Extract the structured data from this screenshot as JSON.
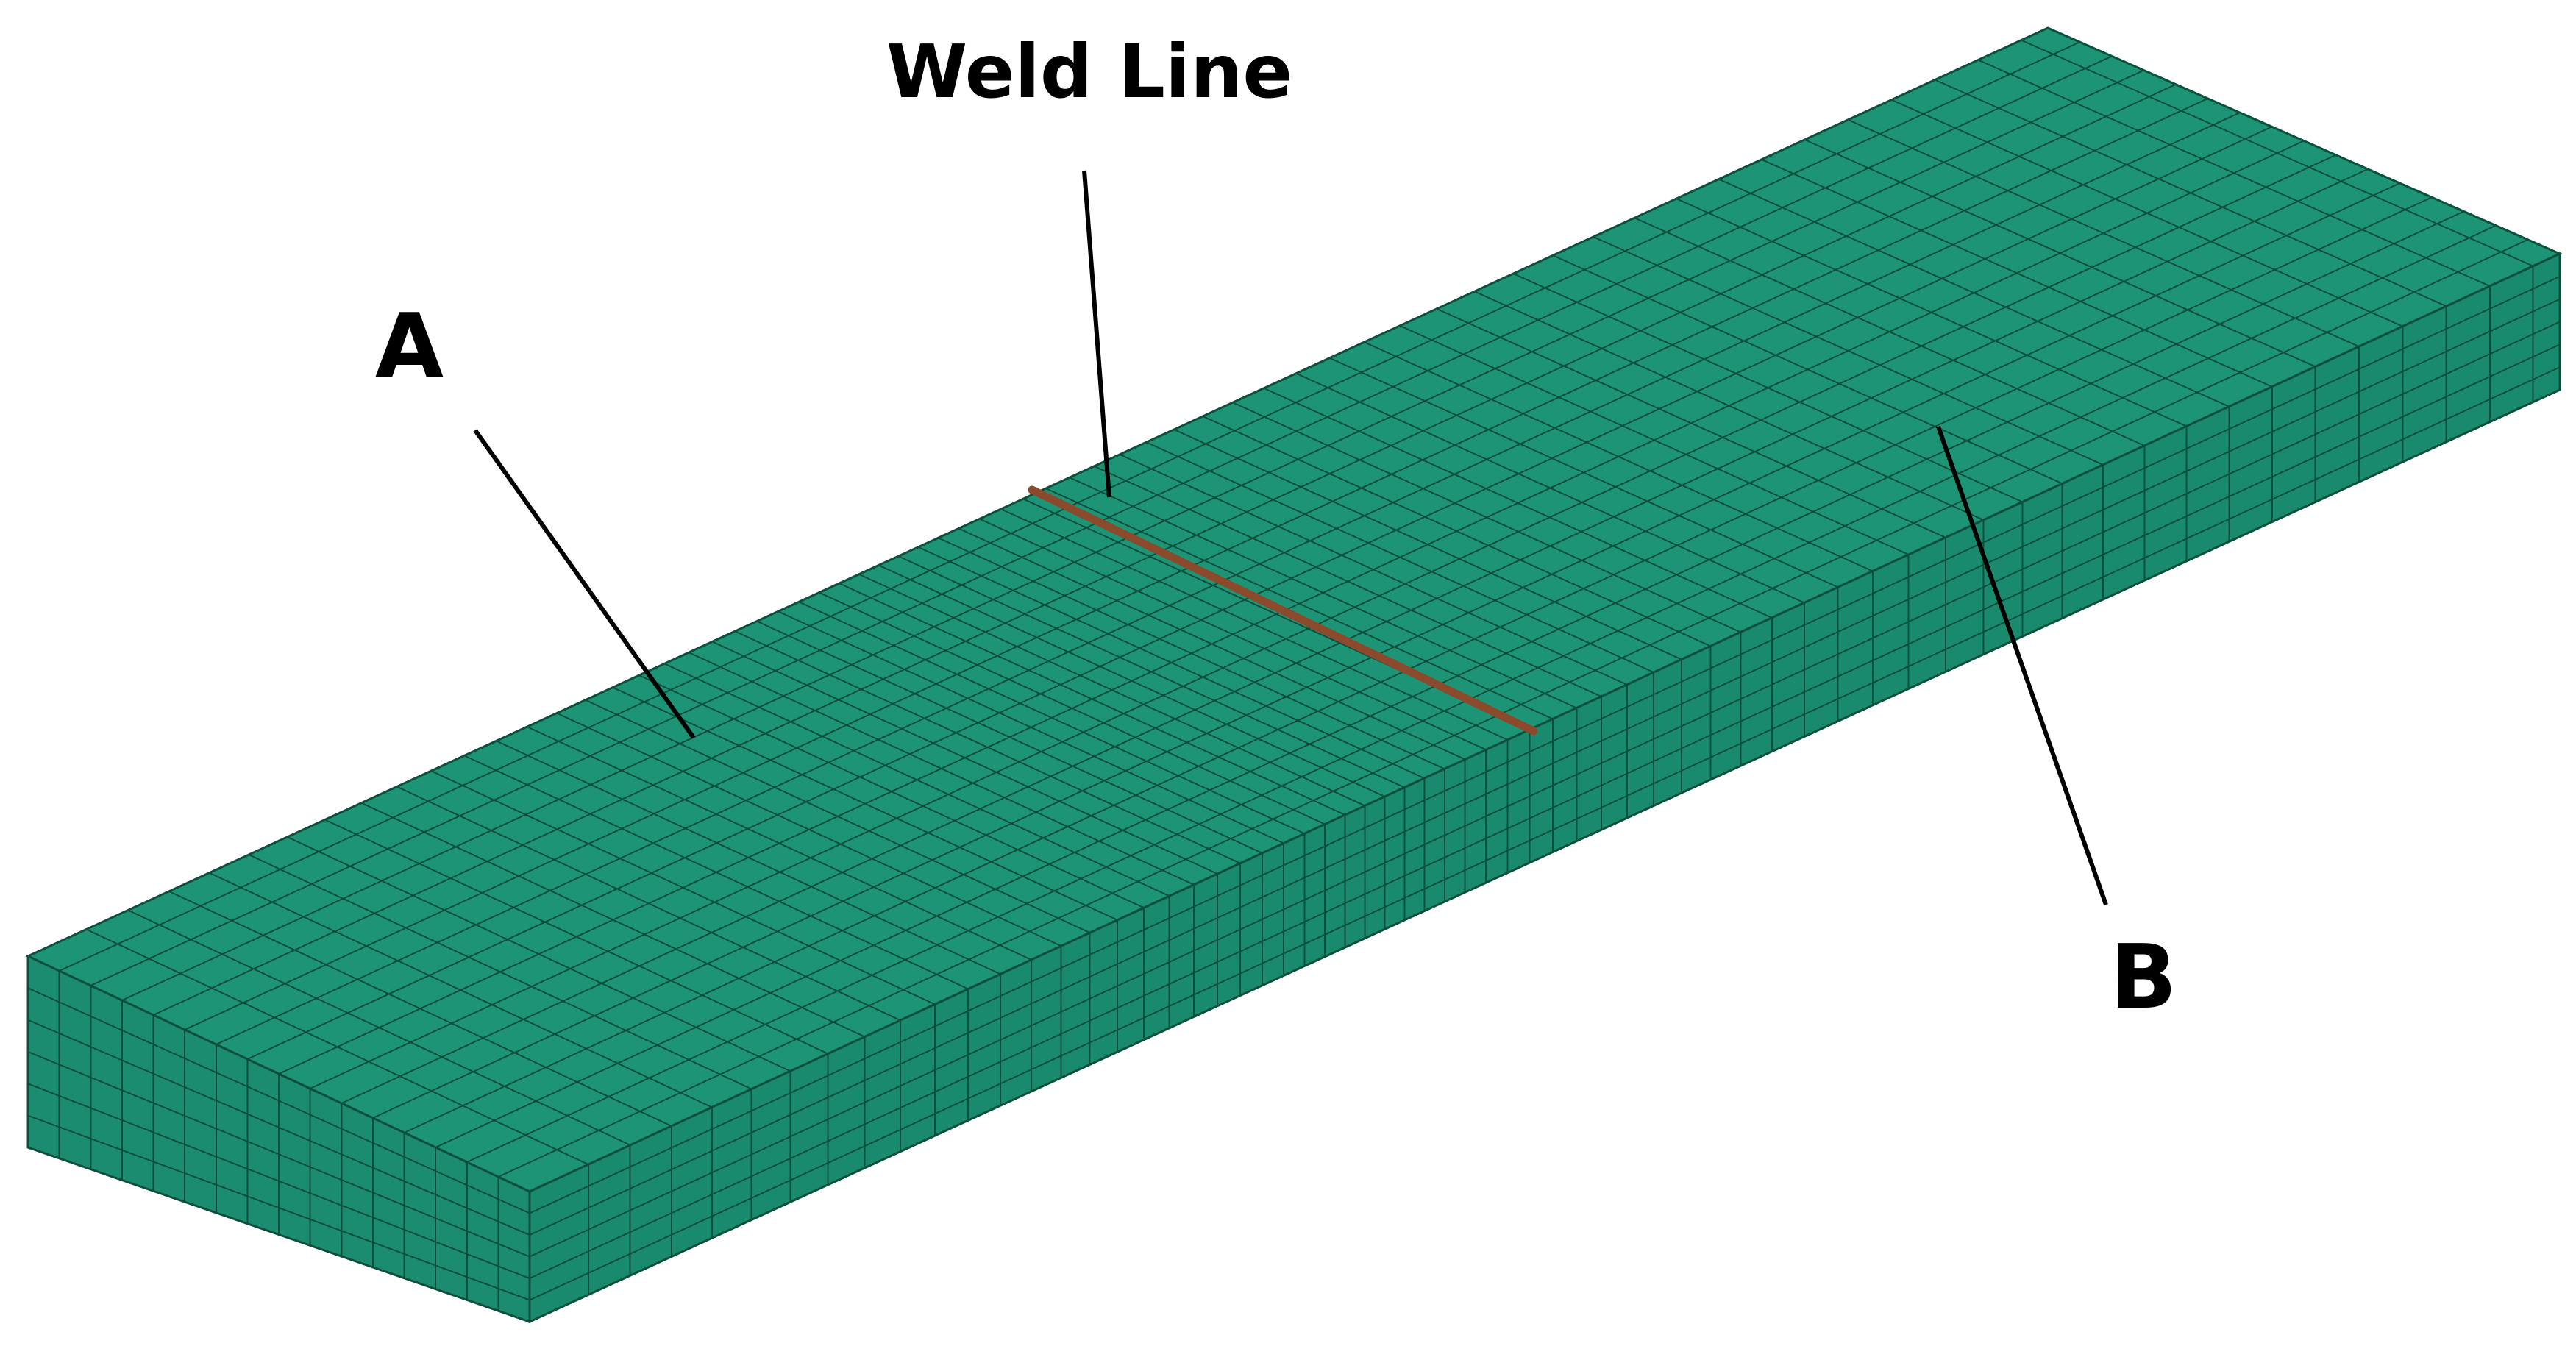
{
  "labels": {
    "weld_line": "Weld Line",
    "region_a": "A",
    "region_b": "B"
  },
  "colors": {
    "mesh_fill": "#1e9477",
    "mesh_front_fill": "#1c8c71",
    "mesh_side_fill": "#1a8a6e",
    "mesh_line": "#0c4f3c",
    "weld": "#8b4a2b",
    "leader": "#000000",
    "text": "#000000"
  }
}
